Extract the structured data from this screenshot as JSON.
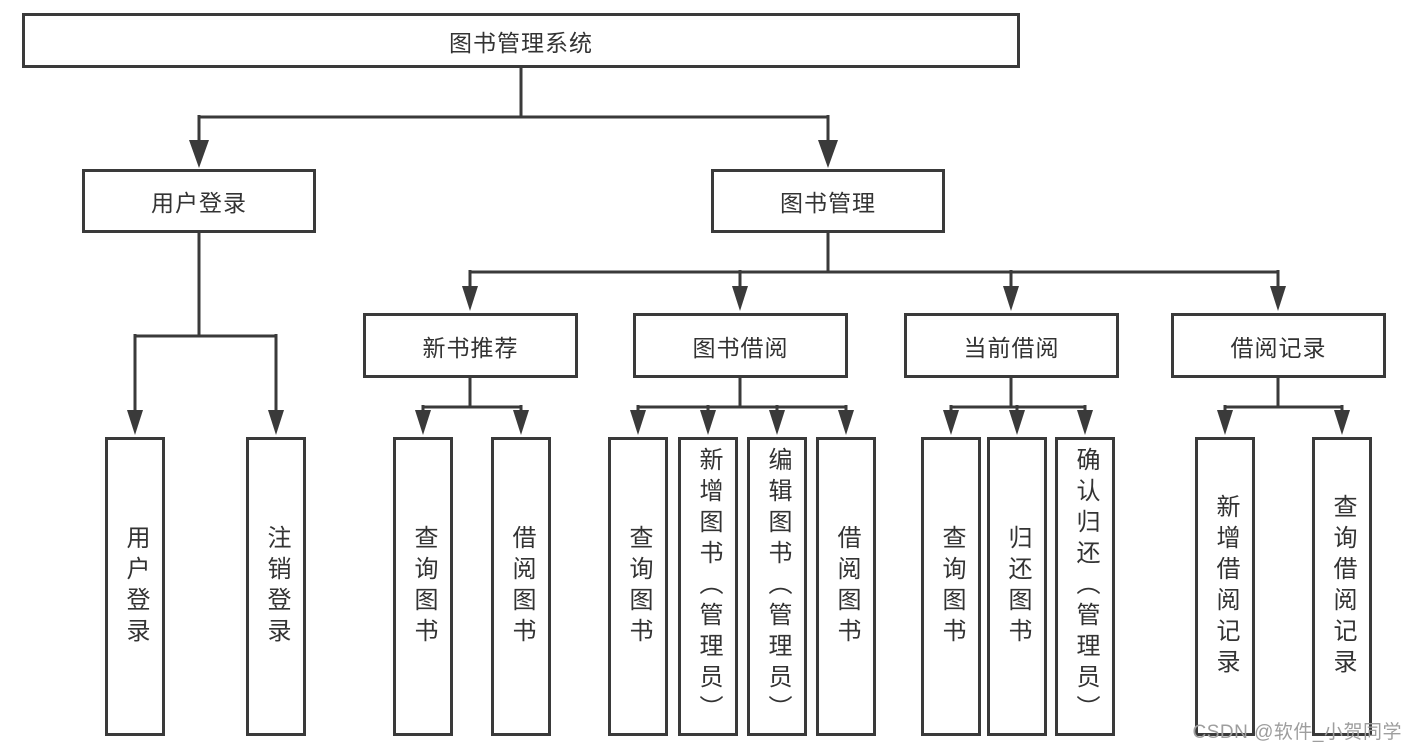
{
  "diagram": {
    "root": {
      "label": "图书管理系统"
    },
    "branches": [
      {
        "label": "用户登录",
        "leaves": [
          "用户登录",
          "注销登录"
        ]
      },
      {
        "label": "图书管理",
        "children": [
          {
            "label": "新书推荐",
            "leaves": [
              "查询图书",
              "借阅图书"
            ]
          },
          {
            "label": "图书借阅",
            "leaves": [
              "查询图书",
              "新增图书（管理员）",
              "编辑图书（管理员）",
              "借阅图书"
            ]
          },
          {
            "label": "当前借阅",
            "leaves": [
              "查询图书",
              "归还图书",
              "确认归还（管理员）"
            ]
          },
          {
            "label": "借阅记录",
            "leaves": [
              "新增借阅记录",
              "查询借阅记录"
            ]
          }
        ]
      }
    ]
  },
  "watermark": {
    "text": "CSDN @软件_小贺同学"
  },
  "colors": {
    "line": "#3a3a3a",
    "text": "#333333",
    "node_background": "#ffffff",
    "watermark_text": "#9e9e9e",
    "page_background": "#ffffff"
  }
}
